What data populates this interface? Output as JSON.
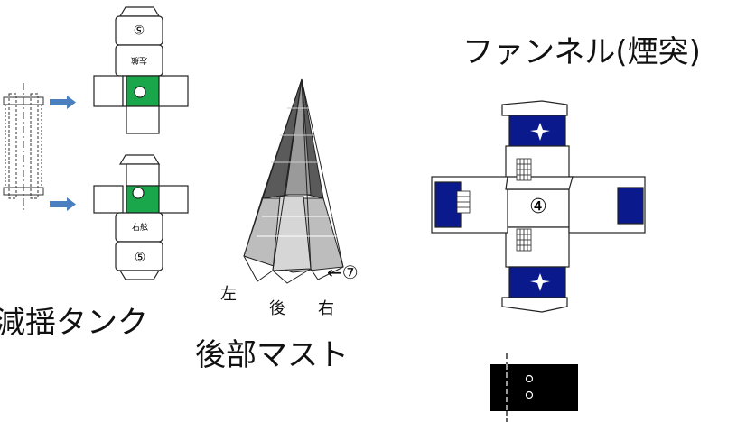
{
  "titles": {
    "funnel": "ファンネル(煙突)",
    "tank": "減揺タンク",
    "mast": "後部マスト"
  },
  "mast_labels": {
    "left": "左",
    "rear": "後",
    "right": "右",
    "part": "←⑦"
  },
  "tank_parts": {
    "part_number": "⑤",
    "left_side_label": "左舷",
    "right_side_label": "右舷"
  },
  "funnel_part": {
    "part_number": "④"
  },
  "colors": {
    "green": "#1aa64a",
    "navy": "#0a1a8c",
    "arrow": "#4a7fc0",
    "black": "#000000"
  }
}
